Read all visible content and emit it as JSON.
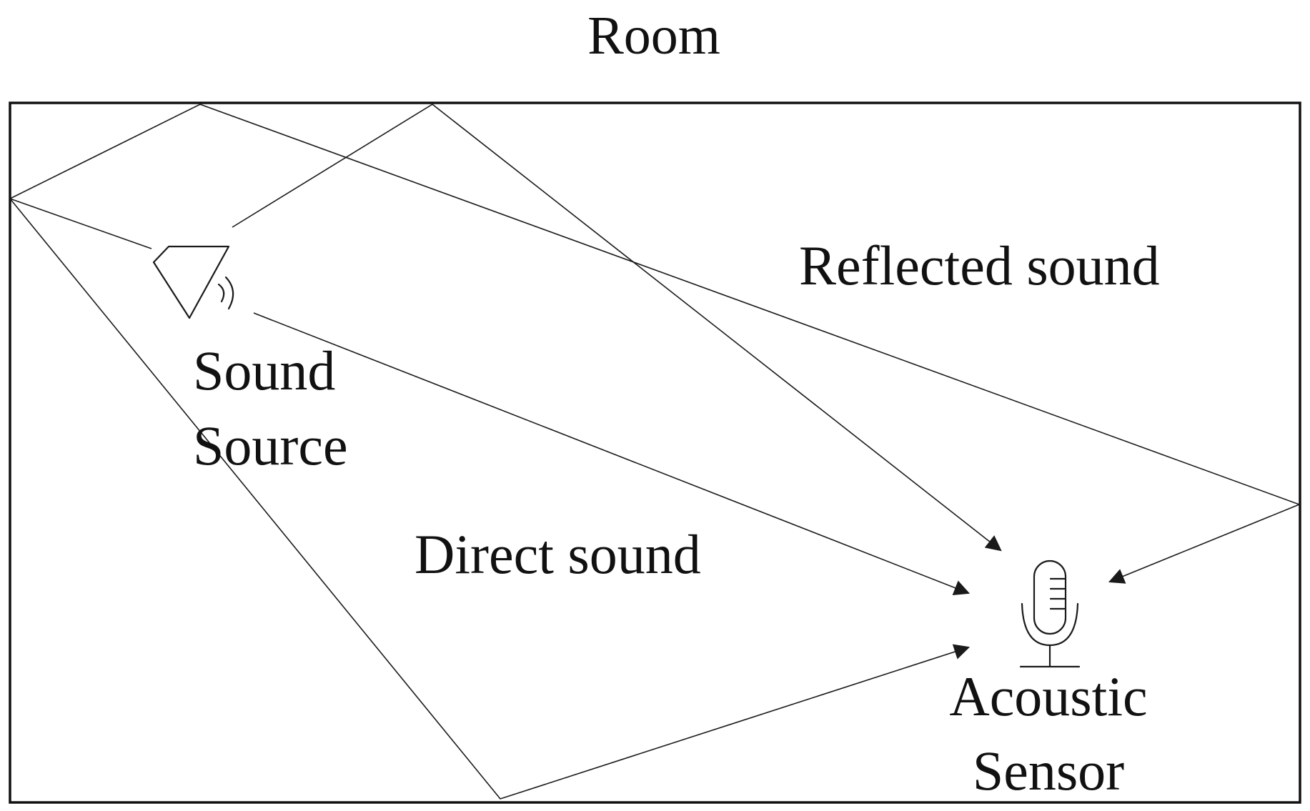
{
  "title": "Room",
  "labels": {
    "reflected_sound": "Reflected sound",
    "direct_sound": "Direct sound",
    "sound_source_line1": "Sound",
    "sound_source_line2": "Source",
    "acoustic_sensor_line1": "Acoustic",
    "acoustic_sensor_line2": "Sensor"
  },
  "icons": {
    "source": "speaker-icon",
    "sensor": "microphone-icon"
  },
  "colors": {
    "line": "#1a1a1a",
    "background": "#ffffff"
  }
}
